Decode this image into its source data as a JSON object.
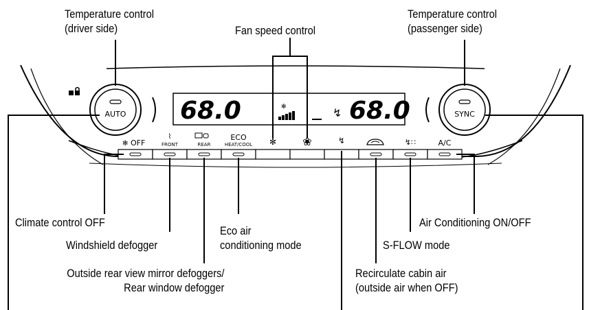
{
  "callouts": {
    "temp_driver": [
      "Temperature control",
      "(driver side)"
    ],
    "fan_speed": "Fan speed control",
    "temp_passenger": [
      "Temperature control",
      "(passenger side)"
    ],
    "climate_off": "Climate control OFF",
    "air_conditioning": "Air Conditioning ON/OFF",
    "windshield": "Windshield defogger",
    "eco": [
      "Eco air",
      "conditioning mode"
    ],
    "sflow": "S-FLOW mode",
    "rear_defog": [
      "Outside rear view mirror defoggers/",
      "Rear window defogger"
    ],
    "recirculate": [
      "Recirculate cabin air",
      "(outside air when OFF)"
    ]
  },
  "panel": {
    "auto_label": "AUTO",
    "sync_label": "SYNC",
    "display_left": "68.0",
    "display_right": "68.0",
    "buttons": {
      "off": "OFF",
      "front": "FRONT",
      "rear": "REAR",
      "eco_top": "ECO",
      "eco_bottom": "HEAT/COOL",
      "ac": "A/C"
    }
  },
  "icons": [
    "lock-icon",
    "defrost-front-icon",
    "defrost-rear-icon",
    "fan-small-icon",
    "fan-large-icon",
    "sflow-icon",
    "recirculate-icon",
    "airflow-icon",
    "fan-bars-icon"
  ]
}
